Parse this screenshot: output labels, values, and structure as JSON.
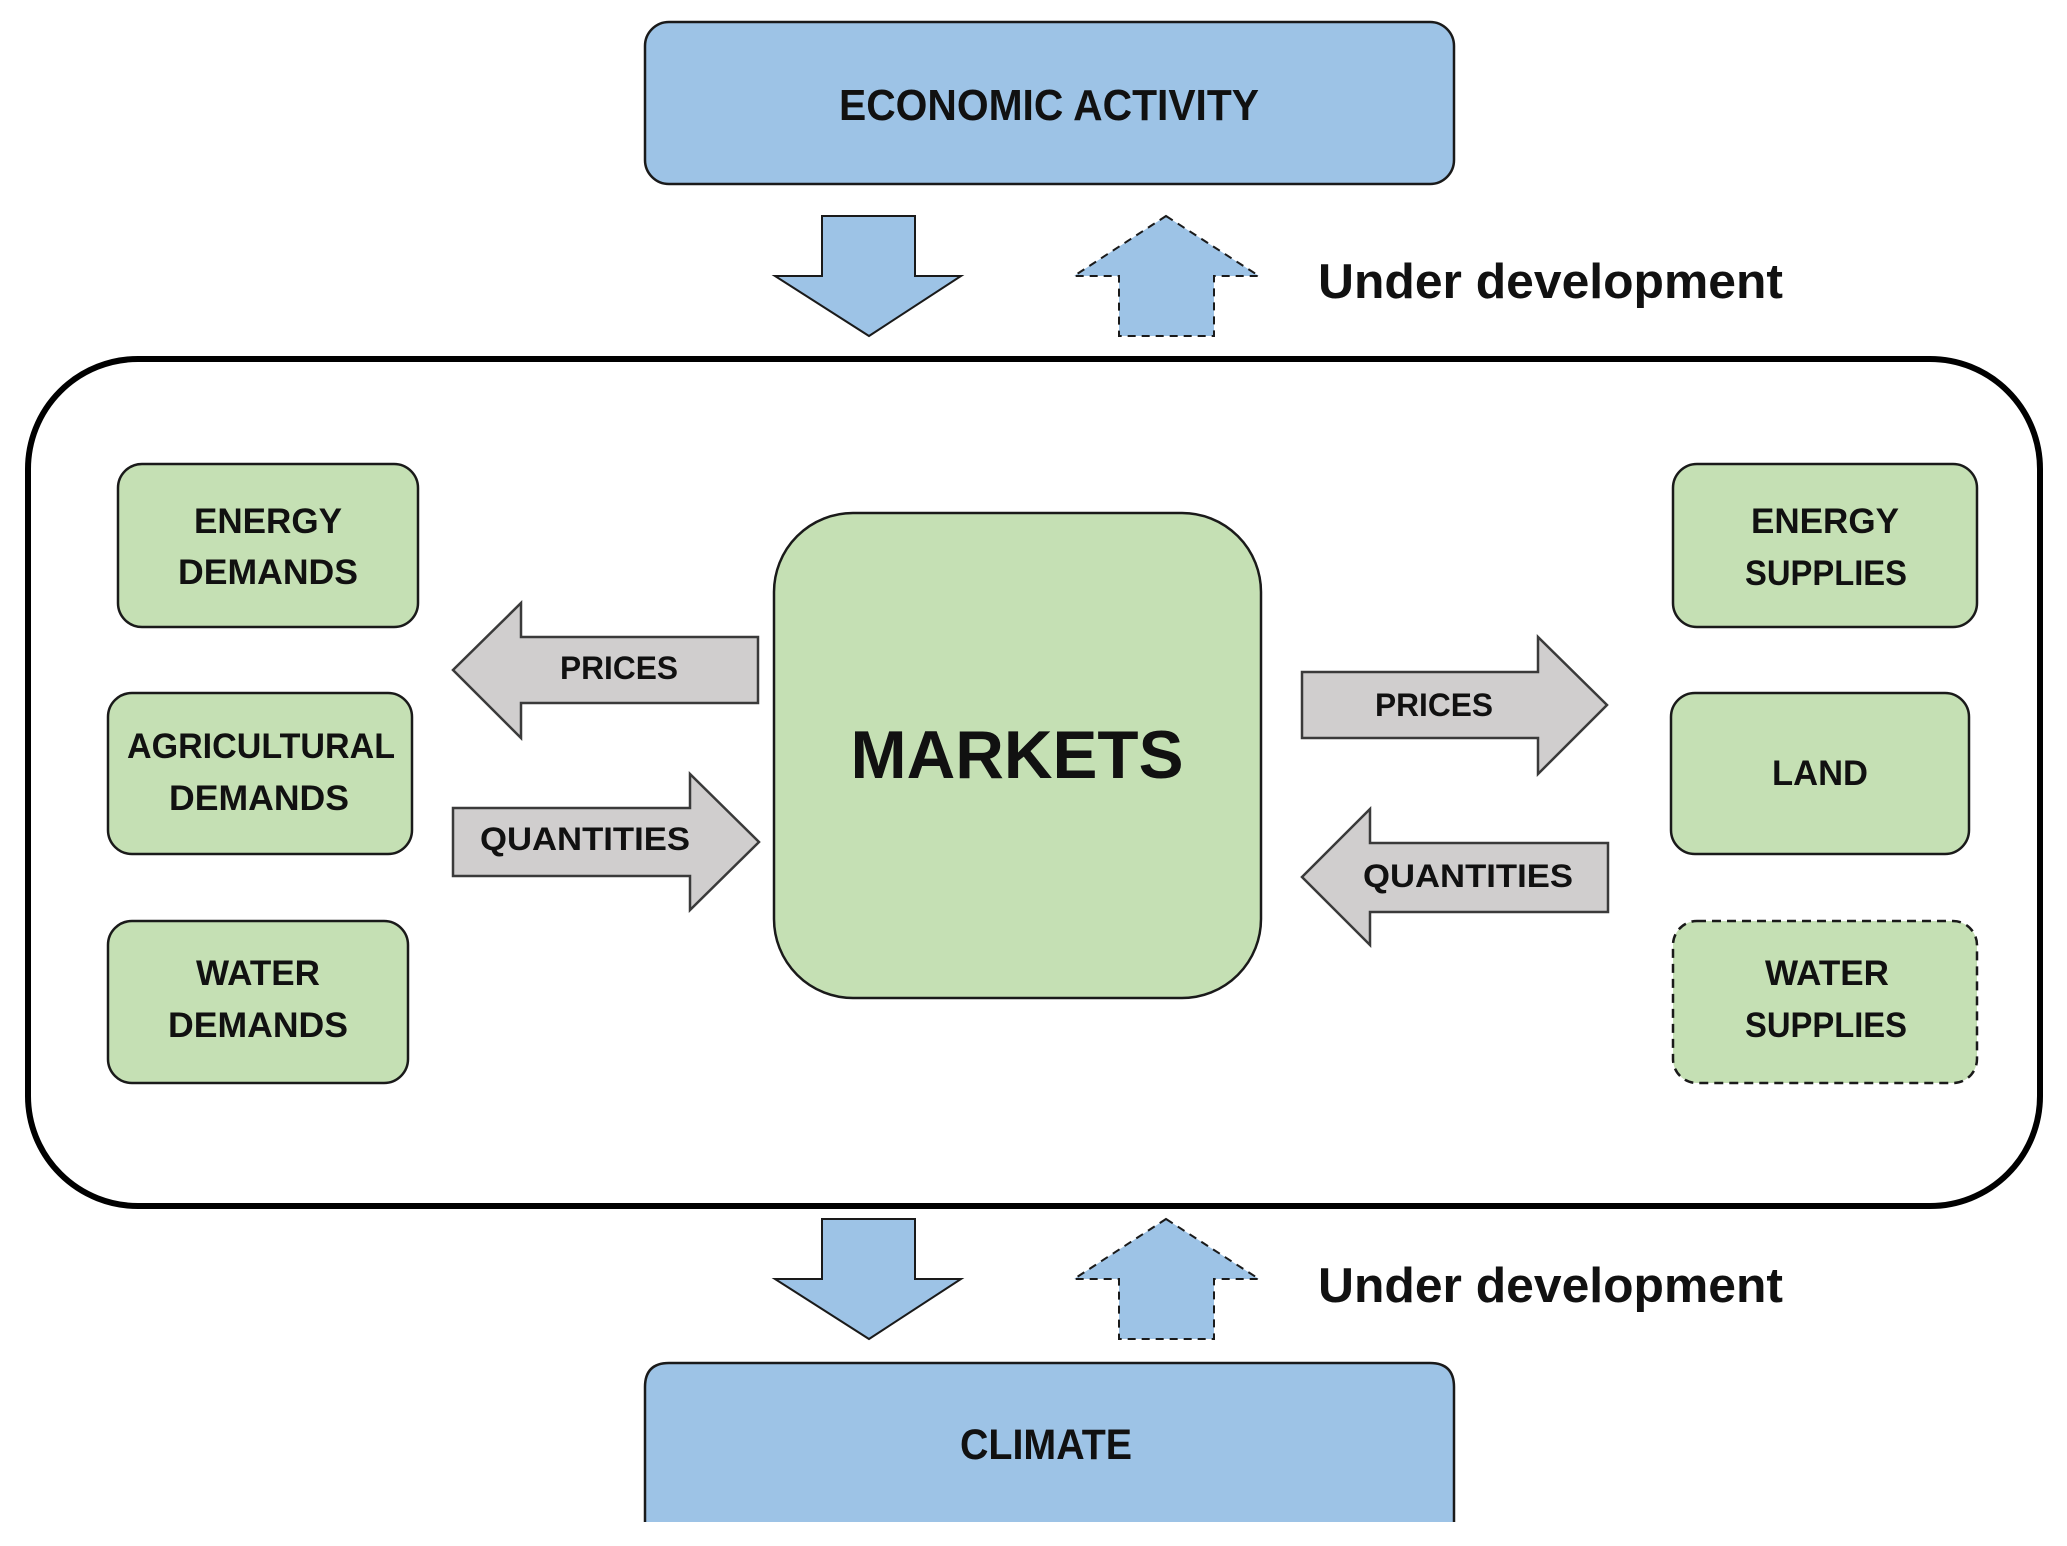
{
  "diagram": {
    "top_node": {
      "label": "ECONOMIC ACTIVITY",
      "color": "#9DC3E6"
    },
    "bottom_node": {
      "label": "CLIMATE",
      "color": "#9DC3E6"
    },
    "status_labels": {
      "top": "Under development",
      "bottom": "Under development"
    },
    "center_node": {
      "label": "MARKETS",
      "color": "#C5E0B4"
    },
    "demand_nodes": [
      {
        "line1": "ENERGY",
        "line2": "DEMANDS",
        "style": "solid"
      },
      {
        "line1": "AGRICULTURAL",
        "line2": "DEMANDS",
        "style": "solid"
      },
      {
        "line1": "WATER",
        "line2": "DEMANDS",
        "style": "solid"
      }
    ],
    "supply_nodes": [
      {
        "line1": "ENERGY",
        "line2": "SUPPLIES",
        "style": "solid"
      },
      {
        "line1": "LAND",
        "style": "solid"
      },
      {
        "line1": "WATER",
        "line2": "SUPPLIES",
        "style": "dashed"
      }
    ],
    "flows": {
      "left_prices": {
        "label": "PRICES",
        "direction": "left"
      },
      "left_quantities": {
        "label": "QUANTITIES",
        "direction": "right"
      },
      "right_prices": {
        "label": "PRICES",
        "direction": "right"
      },
      "right_quantities": {
        "label": "QUANTITIES",
        "direction": "left"
      }
    },
    "links": [
      {
        "from": "ECONOMIC ACTIVITY",
        "to": "MARKETS",
        "style": "solid"
      },
      {
        "from": "MARKETS",
        "to": "ECONOMIC ACTIVITY",
        "style": "dashed",
        "status": "Under development"
      },
      {
        "from": "MARKETS",
        "to": "CLIMATE",
        "style": "solid"
      },
      {
        "from": "CLIMATE",
        "to": "MARKETS",
        "style": "dashed",
        "status": "Under development"
      }
    ],
    "colors": {
      "blue_fill": "#9DC3E6",
      "green_fill": "#C5E0B4",
      "arrow_gray": "#D0CECE"
    }
  }
}
